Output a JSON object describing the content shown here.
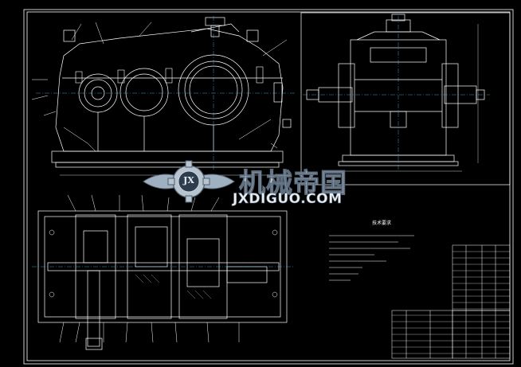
{
  "watermark": {
    "cn_text": "机械帝国",
    "en_text": "JXDIGUO.COM",
    "badge_text": "JX"
  },
  "notes": {
    "title": "技术要求"
  },
  "colors": {
    "background": "#000000",
    "line": "#ffffff",
    "accent_line": "#4fc3f7",
    "watermark": "#c9d3de"
  }
}
